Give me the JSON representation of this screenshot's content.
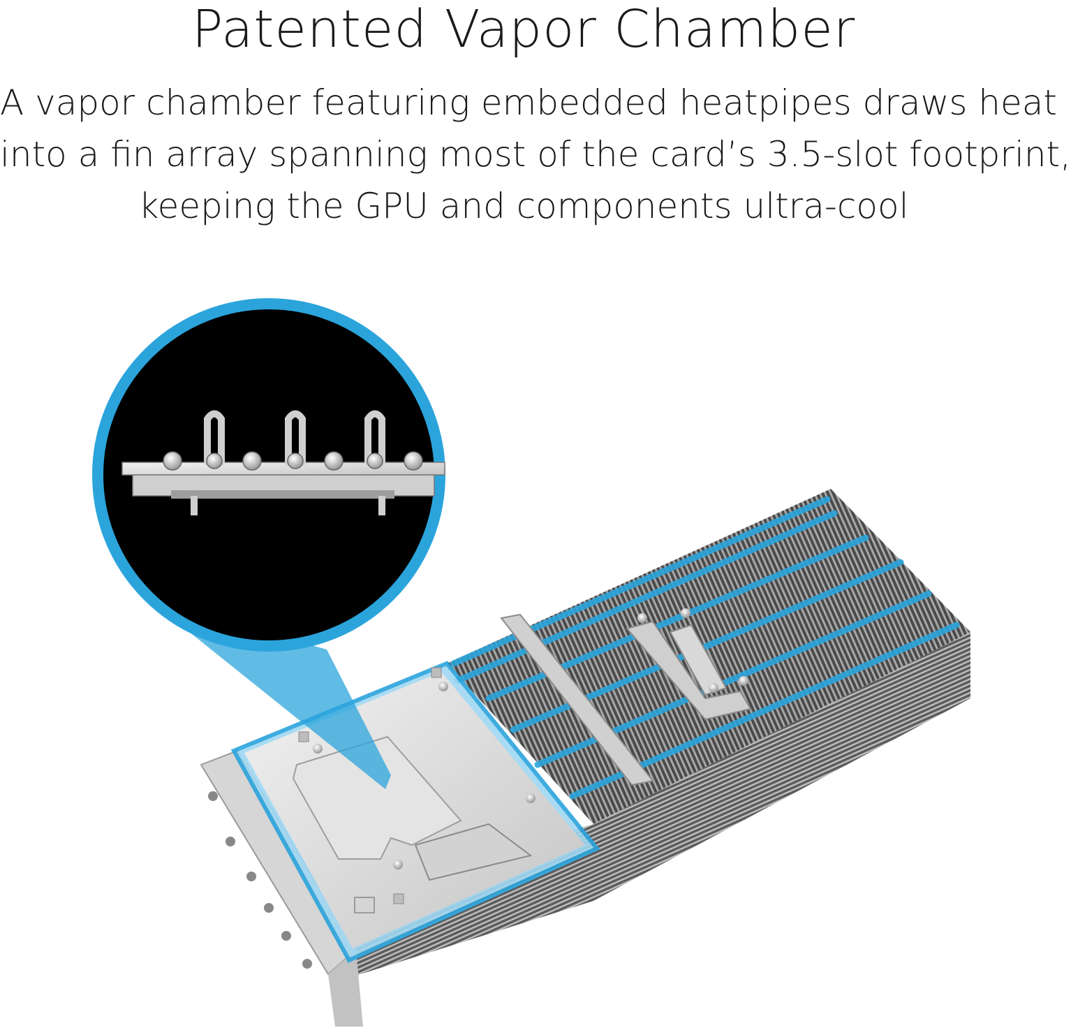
{
  "heading": "Patented Vapor Chamber",
  "description_lines": [
    "A vapor chamber featuring embedded heatpipes draws heat",
    "into a fin array spanning most of the card’s 3.5-slot footprint,",
    "keeping the GPU and components ultra-cool"
  ],
  "colors": {
    "accent": "#2ba4dc",
    "callout_background": "#000000",
    "heatsink_dark": "#3b3b3b",
    "heatsink_light": "#d9d9d9",
    "highlight_fill": "#9fd8f2"
  },
  "illustration": {
    "callout": "vapor-chamber-cross-section",
    "product": "gpu-heatsink-fin-array"
  }
}
